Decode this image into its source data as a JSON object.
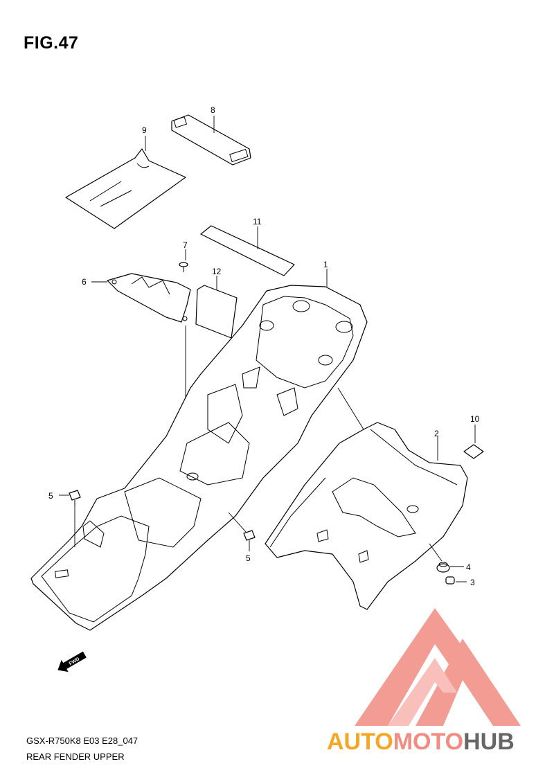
{
  "figure_title": "FIG.47",
  "footer": {
    "model_code": "GSX-R750K8 E03 E28_047",
    "section_name": "REAR FENDER UPPER"
  },
  "callouts": {
    "n1": "1",
    "n2": "2",
    "n3": "3",
    "n4": "4",
    "n5a": "5",
    "n5b": "5",
    "n6": "6",
    "n7": "7",
    "n8": "8",
    "n9": "9",
    "n10": "10",
    "n11": "11",
    "n12": "12"
  },
  "direction_marker": "FWD",
  "watermark": {
    "part1": "AUTO",
    "part2": "MOTO",
    "part3": "HUB",
    "colors": {
      "auto": "#f5a623",
      "moto": "#f28b82",
      "hub": "#666666",
      "logo": "#f28b82"
    }
  }
}
